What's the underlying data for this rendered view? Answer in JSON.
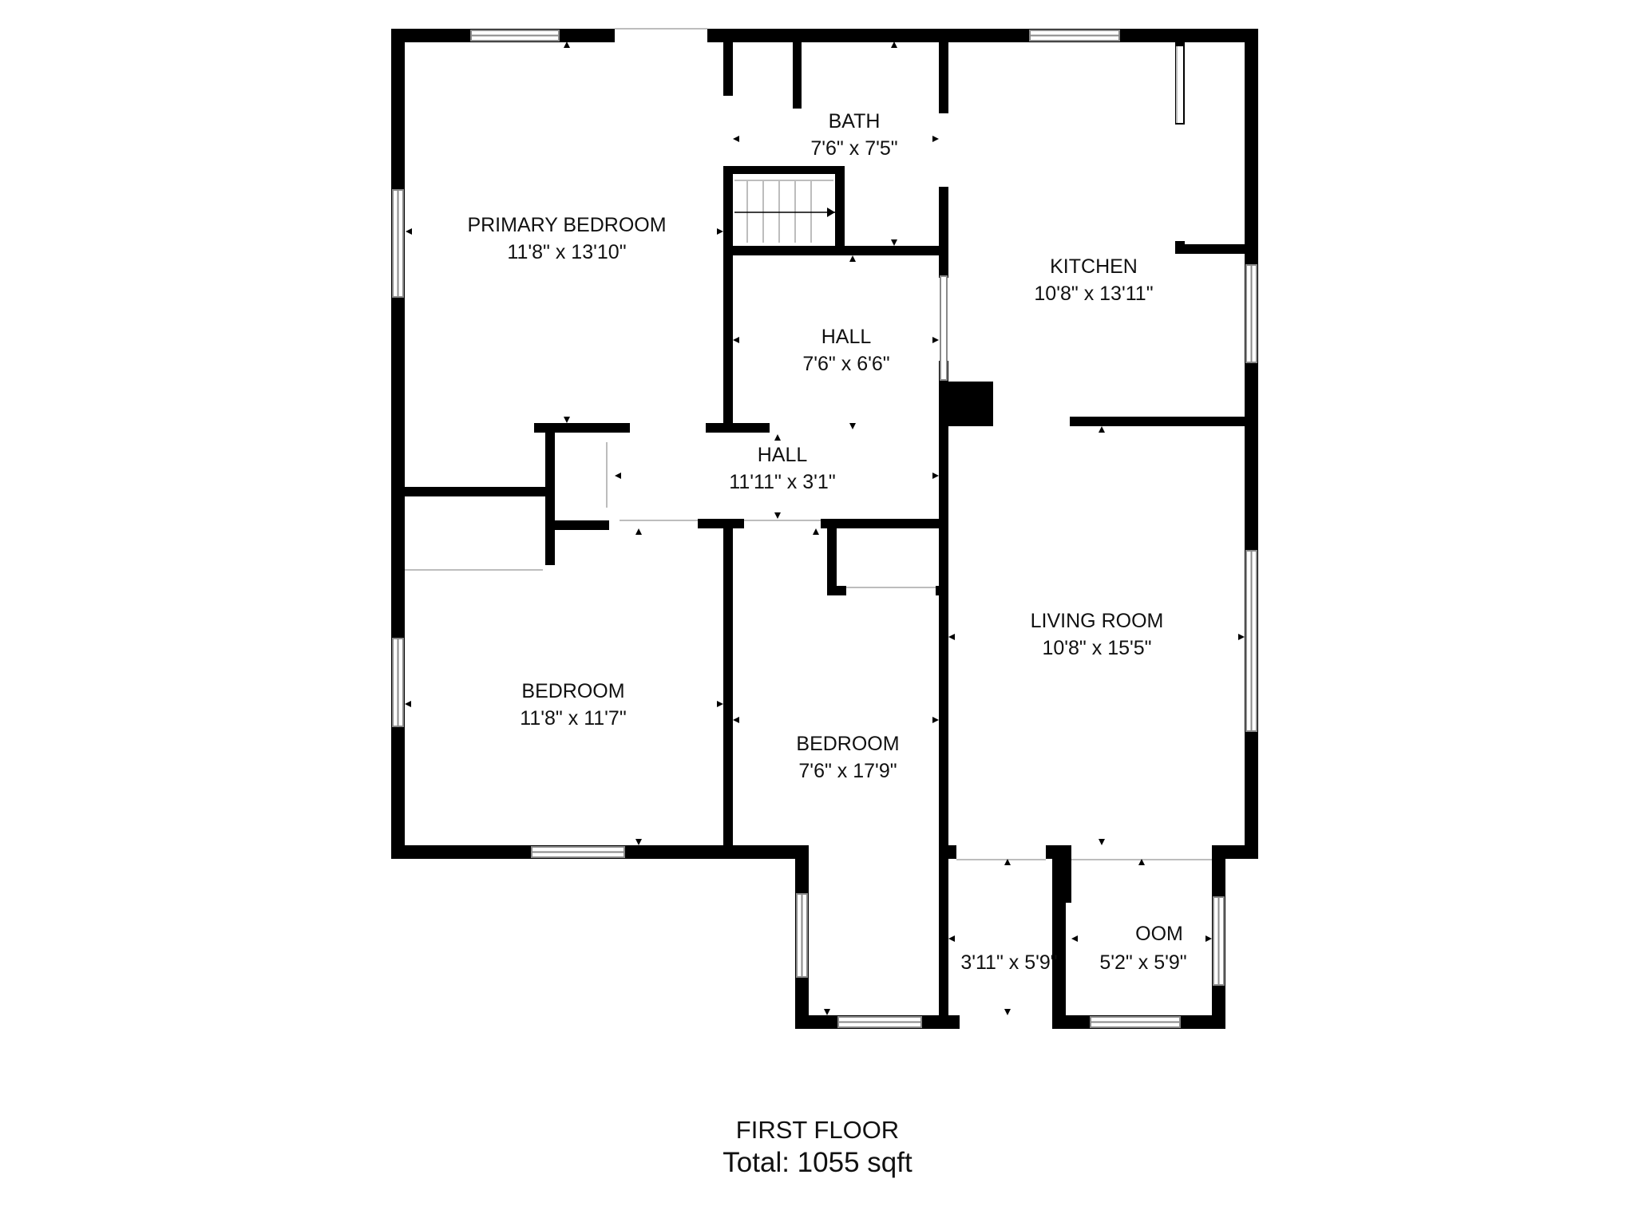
{
  "plan": {
    "floor_label": "FIRST FLOOR",
    "total_label": "Total: 1055 sqft",
    "rooms": [
      {
        "key": "primary_bedroom",
        "name": "PRIMARY BEDROOM",
        "dims": "11'8\" x 13'10\""
      },
      {
        "key": "bath",
        "name": "BATH",
        "dims": "7'6\" x 7'5\""
      },
      {
        "key": "kitchen",
        "name": "KITCHEN",
        "dims": "10'8\" x 13'11\""
      },
      {
        "key": "hall_upper",
        "name": "HALL",
        "dims": "7'6\" x 6'6\""
      },
      {
        "key": "hall_lower",
        "name": "HALL",
        "dims": "11'11\" x 3'1\""
      },
      {
        "key": "living_room",
        "name": "LIVING ROOM",
        "dims": "10'8\" x 15'5\""
      },
      {
        "key": "bedroom_left",
        "name": "BEDROOM",
        "dims": "11'8\" x 11'7\""
      },
      {
        "key": "bedroom_middle",
        "name": "BEDROOM",
        "dims": "7'6\" x 17'9\""
      },
      {
        "key": "porch_left",
        "name": "",
        "dims": "3'11\" x 5'9\""
      },
      {
        "key": "porch_right",
        "name": "OOM",
        "dims": "5'2\" x 5'9\""
      }
    ]
  }
}
